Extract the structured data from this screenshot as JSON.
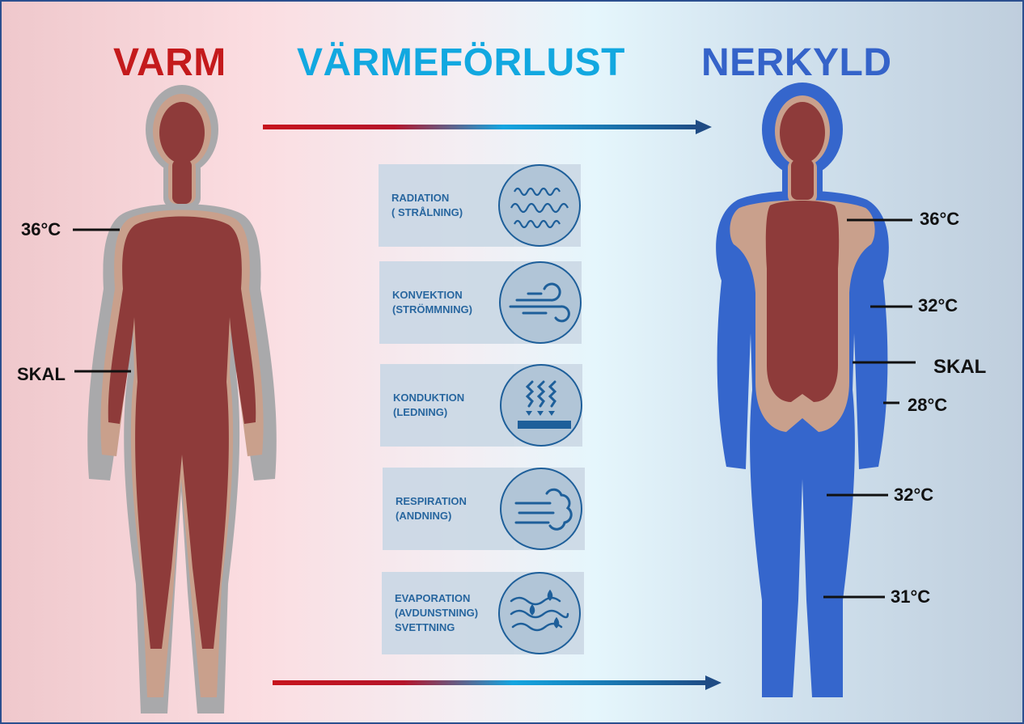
{
  "titles": {
    "warm": "VARM",
    "heat_loss": "VÄRMEFÖRLUST",
    "cold": "NERKYLD"
  },
  "colors": {
    "warm_title": "#c41a1c",
    "heat_loss_title": "#12a8e0",
    "cold_title": "#3563c9",
    "core": "#8e3b3a",
    "shell": "#c9a08c",
    "outer_warm": "#a9a9ab",
    "outer_cold": "#3566cc",
    "icon_blue": "#1e5f9a"
  },
  "warm_labels": {
    "core_temp": "36°C",
    "shell": "SKAL"
  },
  "cold_labels": {
    "core_temp": "36°C",
    "arm_temp": "32°C",
    "shell": "SKAL",
    "hand_temp": "28°C",
    "thigh_temp": "32°C",
    "calf_temp": "31°C"
  },
  "mechanisms": [
    {
      "line1": "RADIATION",
      "line2": "( STRÅLNING)",
      "line3": "",
      "icon": "radiation-waves-icon"
    },
    {
      "line1": "KONVEKTION",
      "line2": "(STRÖMMNING)",
      "line3": "",
      "icon": "wind-icon"
    },
    {
      "line1": "KONDUKTION",
      "line2": "(LEDNING)",
      "line3": "",
      "icon": "conduction-icon"
    },
    {
      "line1": "RESPIRATION",
      "line2": "(ANDNING)",
      "line3": "",
      "icon": "breath-cloud-icon"
    },
    {
      "line1": "EVAPORATION",
      "line2": "(AVDUNSTNING)",
      "line3": "SVETTNING",
      "icon": "evaporation-drops-icon"
    }
  ]
}
